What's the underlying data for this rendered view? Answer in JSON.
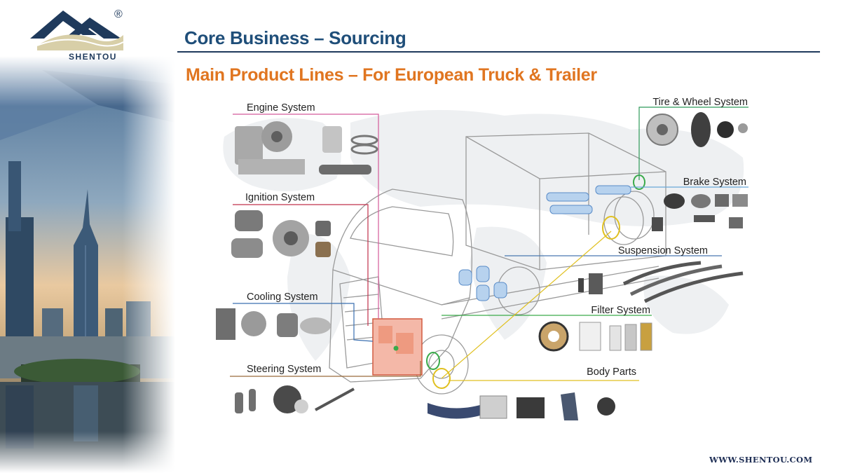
{
  "brand": {
    "name": "SHENTOU",
    "registered_mark": "®",
    "website": "WWW.SHENTOU.COM"
  },
  "slide": {
    "title": "Core Business – Sourcing",
    "subtitle": "Main Product Lines – For European Truck & Trailer"
  },
  "systems": {
    "engine": "Engine System",
    "ignition": "Ignition System",
    "cooling": "Cooling System",
    "steering": "Steering System",
    "tire_wheel": "Tire & Wheel System",
    "brake": "Brake System",
    "suspension": "Suspension System",
    "filter": "Filter System",
    "body": "Body Parts"
  },
  "colors": {
    "title": "#1f4e79",
    "subtitle": "#e07520",
    "engine_line": "#d45a9a",
    "ignition_line": "#c0304a",
    "cooling_line": "#3a6fb0",
    "steering_line": "#9a6b3a",
    "tire_line": "#2f9a5a",
    "brake_line": "#6aa8d8",
    "suspension_line": "#4a78b0",
    "filter_line": "#3aaa4a",
    "body_line": "#e0c020"
  }
}
